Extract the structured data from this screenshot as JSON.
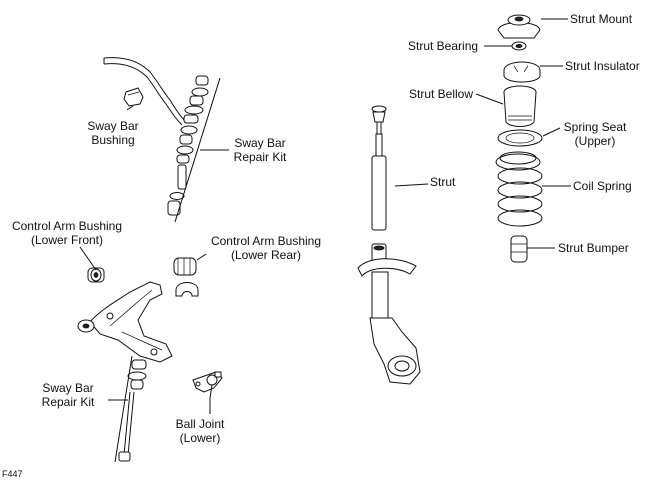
{
  "figure_id": "F447",
  "labels": {
    "strut_mount": "Strut Mount",
    "strut_bearing": "Strut Bearing",
    "strut_insulator": "Strut Insulator",
    "strut_bellow": "Strut Bellow",
    "spring_seat_upper": [
      "Spring Seat",
      "(Upper)"
    ],
    "strut": "Strut",
    "coil_spring": "Coil Spring",
    "strut_bumper": "Strut Bumper",
    "sway_bar_bushing": [
      "Sway Bar",
      "Bushing"
    ],
    "sway_bar_repair_kit_upper": [
      "Sway Bar",
      "Repair Kit"
    ],
    "control_arm_bushing_front": [
      "Control Arm Bushing",
      "(Lower Front)"
    ],
    "control_arm_bushing_rear": [
      "Control Arm Bushing",
      "(Lower Rear)"
    ],
    "sway_bar_repair_kit_lower": [
      "Sway Bar",
      "Repair Kit"
    ],
    "ball_joint_lower": [
      "Ball Joint",
      "(Lower)"
    ]
  }
}
